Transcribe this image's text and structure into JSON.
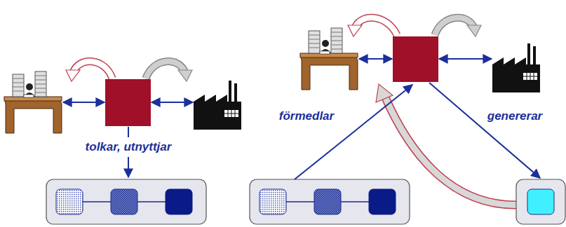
{
  "diagram": {
    "labels": [
      "tolkar, utnyttjar",
      "förmedlar",
      "genererar"
    ]
  }
}
